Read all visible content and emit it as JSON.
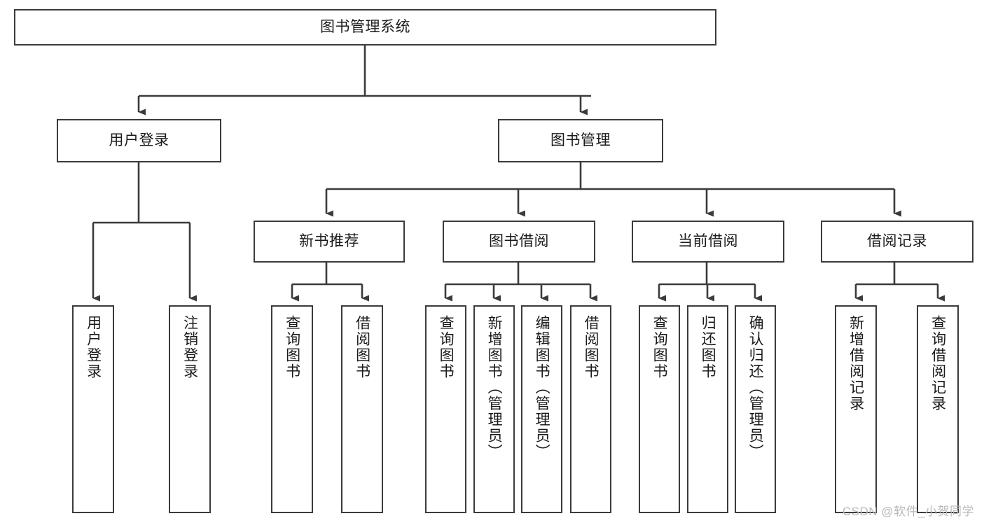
{
  "diagram": {
    "title": "图书管理系统",
    "watermark": "CSDN @软件_小贺同学",
    "colors": {
      "stroke": "#3b3b3b",
      "background": "#ffffff",
      "text": "#1a1a1a",
      "watermark": "#b9b9b9"
    },
    "root": {
      "label": "图书管理系统"
    },
    "level1": [
      {
        "label": "用户登录"
      },
      {
        "label": "图书管理"
      }
    ],
    "level2": [
      {
        "label": "新书推荐"
      },
      {
        "label": "图书借阅"
      },
      {
        "label": "当前借阅"
      },
      {
        "label": "借阅记录"
      }
    ],
    "leaves": {
      "user_login": [
        {
          "label": "用户登录"
        },
        {
          "label": "注销登录"
        }
      ],
      "new_book_recommend": [
        {
          "label": "查询图书"
        },
        {
          "label": "借阅图书"
        }
      ],
      "book_borrow": [
        {
          "label": "查询图书"
        },
        {
          "label": "新增图书（管理员）"
        },
        {
          "label": "编辑图书（管理员）"
        },
        {
          "label": "借阅图书"
        }
      ],
      "current_borrow": [
        {
          "label": "查询图书"
        },
        {
          "label": "归还图书"
        },
        {
          "label": "确认归还（管理员）"
        }
      ],
      "borrow_record": [
        {
          "label": "新增借阅记录"
        },
        {
          "label": "查询借阅记录"
        }
      ]
    }
  }
}
